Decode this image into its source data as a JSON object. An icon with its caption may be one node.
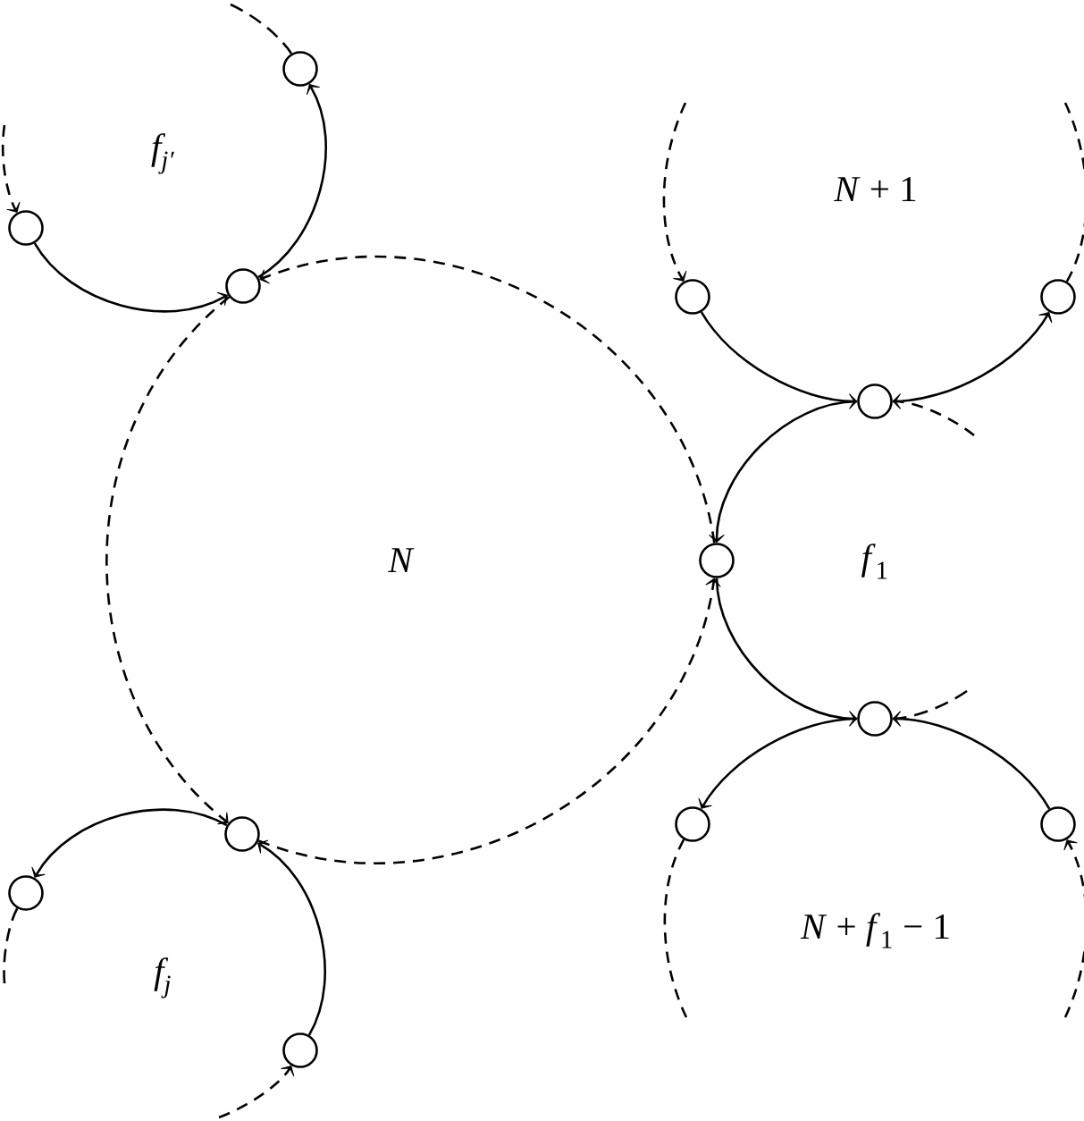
{
  "diagram": {
    "nodes": [
      {
        "text": [],
        "shape": "circle"
      },
      {
        "text": [],
        "shape": "circle"
      },
      {
        "text": [],
        "shape": "circle"
      },
      {
        "text": [],
        "shape": "circle"
      },
      {
        "text": [],
        "shape": "circle"
      },
      {
        "text": [],
        "shape": "circle"
      },
      {
        "text": [],
        "shape": "circle"
      },
      {
        "text": [],
        "shape": "circle"
      },
      {
        "text": [],
        "shape": "circle"
      },
      {
        "text": [],
        "shape": "circle"
      },
      {
        "text": [],
        "shape": "circle"
      },
      {
        "text": [],
        "shape": "circle"
      },
      {
        "text": [],
        "shape": "circle"
      }
    ],
    "edges": [
      {
        "from": 1,
        "to": 2,
        "arrow": "to"
      },
      {
        "from": 2,
        "to": 0,
        "arrow": "to"
      },
      {
        "from": 3,
        "to": 5,
        "arrow": "to"
      },
      {
        "from": 5,
        "to": 4,
        "arrow": "to"
      },
      {
        "from": 5,
        "to": 6,
        "arrow": "to"
      },
      {
        "from": 6,
        "to": 7,
        "arrow": "to"
      },
      {
        "from": 7,
        "to": 8,
        "arrow": "to"
      },
      {
        "from": 9,
        "to": 7,
        "arrow": "to"
      },
      {
        "from": 10,
        "to": 11,
        "arrow": "to"
      },
      {
        "from": 12,
        "to": 10,
        "arrow": "to"
      },
      {
        "from": 6,
        "to": 2,
        "arrow": "to",
        "style": "dashed"
      },
      {
        "from": 2,
        "to": 10,
        "arrow": "to",
        "style": "dashed"
      },
      {
        "from": 10,
        "to": 6,
        "arrow": "to",
        "style": "dashed"
      },
      {
        "from": 0,
        "to": null,
        "arrow": "none",
        "style": "dashed"
      },
      {
        "from": null,
        "to": 1,
        "arrow": "to",
        "style": "dashed"
      },
      {
        "from": null,
        "to": 3,
        "arrow": "to",
        "style": "dashed"
      },
      {
        "from": 4,
        "to": null,
        "arrow": "none",
        "style": "dashed"
      },
      {
        "from": null,
        "to": 5,
        "arrow": "to",
        "style": "dashed"
      },
      {
        "from": 7,
        "to": null,
        "arrow": "none",
        "style": "dashed"
      },
      {
        "from": 8,
        "to": null,
        "arrow": "none",
        "style": "dashed"
      },
      {
        "from": null,
        "to": 9,
        "arrow": "to",
        "style": "dashed"
      },
      {
        "from": 11,
        "to": null,
        "arrow": "none",
        "style": "dashed"
      },
      {
        "from": null,
        "to": 12,
        "arrow": "to",
        "style": "dashed"
      }
    ],
    "labels": [
      "f$_{j′}$",
      "*N* + 1",
      "N",
      "*f*$_{1}$",
      "*N* + *f*$_{1}$ − 1",
      "f$_{j}$"
    ]
  }
}
